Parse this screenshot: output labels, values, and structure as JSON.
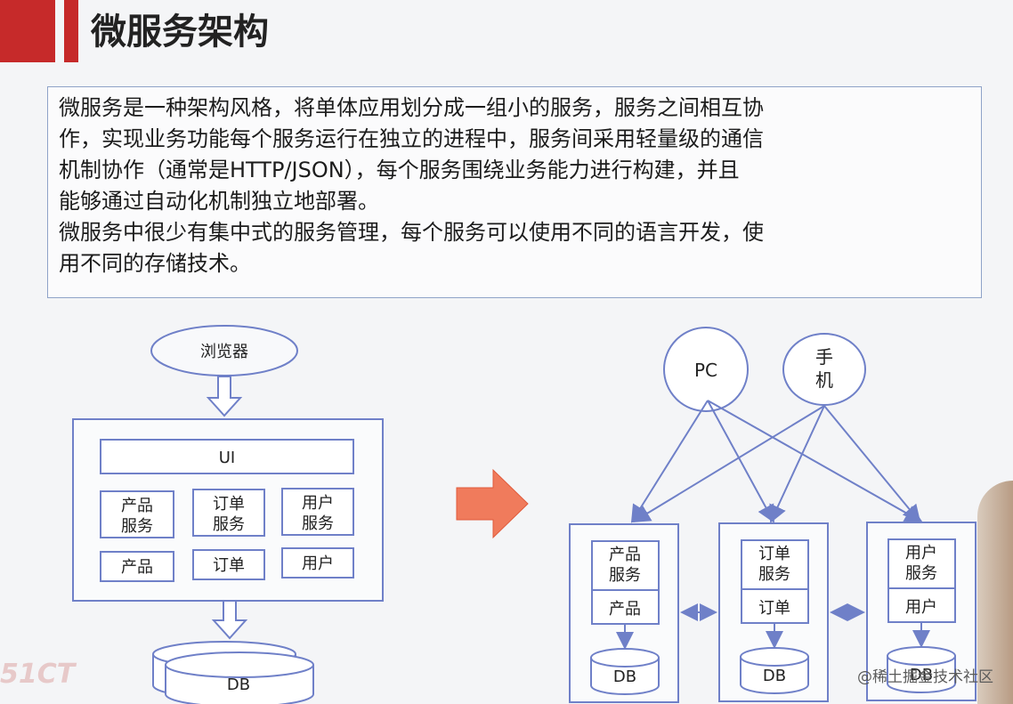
{
  "title": "微服务架构",
  "description": {
    "lines": [
      "微服务是一种架构风格，将单体应用划分成一组小的服务，服务之间相互协",
      "作，实现业务功能每个服务运行在独立的进程中，服务间采用轻量级的通信",
      "机制协作（通常是HTTP/JSON），每个服务围绕业务能力进行构建，并且",
      "能够通过自动化机制独立地部署。",
      "微服务中很少有集中式的服务管理，每个服务可以使用不同的语言开发，使",
      "用不同的存储技术。"
    ]
  },
  "monolith": {
    "browser": "浏览器",
    "ui": "UI",
    "services": [
      "产品\n服务",
      "订单\n服务",
      "用户\n服务"
    ],
    "entities": [
      "产品",
      "订单",
      "用户"
    ],
    "db": "DB"
  },
  "microservices": {
    "clients": [
      "PC",
      "手\n机"
    ],
    "services": [
      {
        "service": "产品\n服务",
        "entity": "产品",
        "db": "DB"
      },
      {
        "service": "订单\n服务",
        "entity": "订单",
        "db": "DB"
      },
      {
        "service": "用户\n服务",
        "entity": "用户",
        "db": "DB"
      }
    ]
  },
  "watermark_left": "51CT",
  "watermark_right": "@稀土掘金技术社区",
  "colors": {
    "title_accent": "#c62a2a",
    "box_border": "#8fa3c8",
    "transition_arrow": "#f07b5c",
    "diagram_line": "#6f80c8"
  }
}
